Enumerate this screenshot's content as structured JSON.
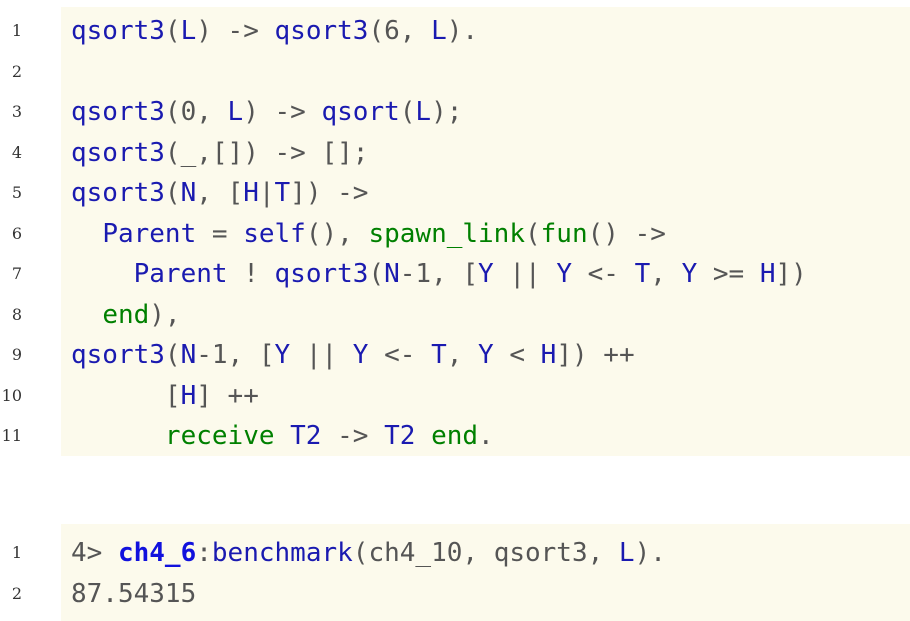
{
  "code_block": {
    "lines": [
      {
        "n": "1",
        "tokens": [
          [
            "id",
            "qsort3"
          ],
          [
            "op",
            "("
          ],
          [
            "id",
            "L"
          ],
          [
            "op",
            ") -> "
          ],
          [
            "id",
            "qsort3"
          ],
          [
            "op",
            "("
          ],
          [
            "num",
            "6"
          ],
          [
            "op",
            ", "
          ],
          [
            "id",
            "L"
          ],
          [
            "op",
            ")."
          ]
        ]
      },
      {
        "n": "2",
        "tokens": []
      },
      {
        "n": "3",
        "tokens": [
          [
            "id",
            "qsort3"
          ],
          [
            "op",
            "("
          ],
          [
            "num",
            "0"
          ],
          [
            "op",
            ", "
          ],
          [
            "id",
            "L"
          ],
          [
            "op",
            ") -> "
          ],
          [
            "id",
            "qsort"
          ],
          [
            "op",
            "("
          ],
          [
            "id",
            "L"
          ],
          [
            "op",
            ");"
          ]
        ]
      },
      {
        "n": "4",
        "tokens": [
          [
            "id",
            "qsort3"
          ],
          [
            "op",
            "(_,[]) -> [];"
          ]
        ]
      },
      {
        "n": "5",
        "tokens": [
          [
            "id",
            "qsort3"
          ],
          [
            "op",
            "("
          ],
          [
            "id",
            "N"
          ],
          [
            "op",
            ", ["
          ],
          [
            "id",
            "H"
          ],
          [
            "op",
            "|"
          ],
          [
            "id",
            "T"
          ],
          [
            "op",
            "]) ->"
          ]
        ]
      },
      {
        "n": "6",
        "tokens": [
          [
            "op",
            "  "
          ],
          [
            "id",
            "Parent"
          ],
          [
            "op",
            " = "
          ],
          [
            "id",
            "self"
          ],
          [
            "op",
            "(), "
          ],
          [
            "fn",
            "spawn_link"
          ],
          [
            "op",
            "("
          ],
          [
            "kw",
            "fun"
          ],
          [
            "op",
            "() ->"
          ]
        ]
      },
      {
        "n": "7",
        "tokens": [
          [
            "op",
            "    "
          ],
          [
            "id",
            "Parent"
          ],
          [
            "op",
            " ! "
          ],
          [
            "id",
            "qsort3"
          ],
          [
            "op",
            "("
          ],
          [
            "id",
            "N"
          ],
          [
            "op",
            "-"
          ],
          [
            "num",
            "1"
          ],
          [
            "op",
            ", ["
          ],
          [
            "id",
            "Y"
          ],
          [
            "op",
            " || "
          ],
          [
            "id",
            "Y"
          ],
          [
            "op",
            " <- "
          ],
          [
            "id",
            "T"
          ],
          [
            "op",
            ", "
          ],
          [
            "id",
            "Y"
          ],
          [
            "op",
            " >= "
          ],
          [
            "id",
            "H"
          ],
          [
            "op",
            "])"
          ]
        ]
      },
      {
        "n": "8",
        "tokens": [
          [
            "op",
            "  "
          ],
          [
            "kw",
            "end"
          ],
          [
            "op",
            "),"
          ]
        ]
      },
      {
        "n": "9",
        "tokens": [
          [
            "id",
            "qsort3"
          ],
          [
            "op",
            "("
          ],
          [
            "id",
            "N"
          ],
          [
            "op",
            "-"
          ],
          [
            "num",
            "1"
          ],
          [
            "op",
            ", ["
          ],
          [
            "id",
            "Y"
          ],
          [
            "op",
            " || "
          ],
          [
            "id",
            "Y"
          ],
          [
            "op",
            " <- "
          ],
          [
            "id",
            "T"
          ],
          [
            "op",
            ", "
          ],
          [
            "id",
            "Y"
          ],
          [
            "op",
            " < "
          ],
          [
            "id",
            "H"
          ],
          [
            "op",
            "]) ++"
          ]
        ]
      },
      {
        "n": "10",
        "tokens": [
          [
            "op",
            "      ["
          ],
          [
            "id",
            "H"
          ],
          [
            "op",
            "] ++"
          ]
        ]
      },
      {
        "n": "11",
        "tokens": [
          [
            "op",
            "      "
          ],
          [
            "kw",
            "receive"
          ],
          [
            "op",
            " "
          ],
          [
            "id",
            "T2"
          ],
          [
            "op",
            " -> "
          ],
          [
            "id",
            "T2"
          ],
          [
            "op",
            " "
          ],
          [
            "kw",
            "end"
          ],
          [
            "op",
            "."
          ]
        ]
      }
    ]
  },
  "shell_block": {
    "lines": [
      {
        "n": "1",
        "tokens": [
          [
            "out",
            "4> "
          ],
          [
            "mod",
            "ch4_6"
          ],
          [
            "op",
            ":"
          ],
          [
            "id",
            "benchmark"
          ],
          [
            "op",
            "("
          ],
          [
            "out",
            "ch4_10"
          ],
          [
            "op",
            ", "
          ],
          [
            "out",
            "qsort3"
          ],
          [
            "op",
            ", "
          ],
          [
            "id",
            "L"
          ],
          [
            "op",
            ")."
          ]
        ]
      },
      {
        "n": "2",
        "tokens": [
          [
            "out",
            "87.54315"
          ]
        ]
      }
    ]
  }
}
